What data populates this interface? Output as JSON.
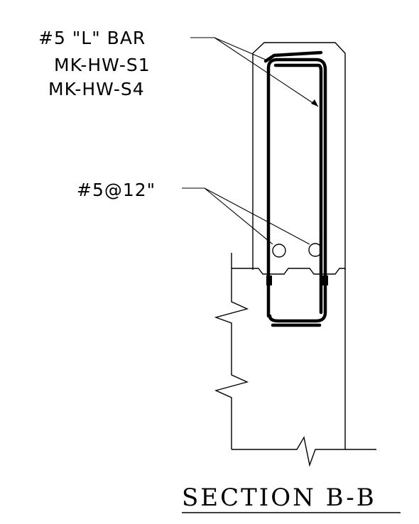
{
  "callouts": {
    "l_bar_title": "#5 \"L\" BAR",
    "l_bar_mark_1": "MK-HW-S1",
    "l_bar_mark_2": "MK-HW-S4",
    "dowel": "#5@12\""
  },
  "section_title": "SECTION B-B"
}
